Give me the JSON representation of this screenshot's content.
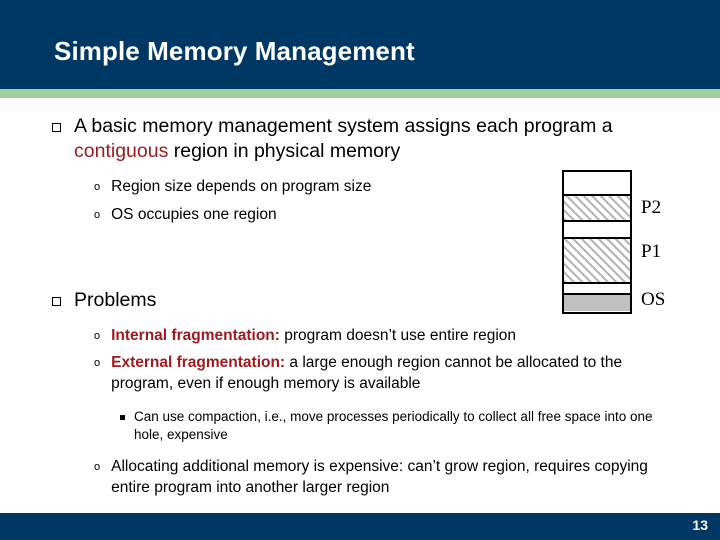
{
  "slide": {
    "title": "Simple Memory Management",
    "page_number": "13",
    "accent_dark": "#003865",
    "accent_green": "#9ecf9e",
    "highlight_red": "#9e1b20"
  },
  "content": {
    "b1": {
      "pre": "A basic memory management system assigns each program a ",
      "em": "contiguous",
      "post": " region in physical memory"
    },
    "b1s1": "Region size depends on program size",
    "b1s2": "OS occupies one region",
    "b2": "Problems",
    "b2s1": {
      "em": "Internal fragmentation:",
      "post": " program doesn’t use entire region"
    },
    "b2s2": {
      "em": "External fragmentation:",
      "post": " a large enough region cannot be allocated to the program, even if enough memory is available"
    },
    "b2s2s1": "Can use compaction, i.e., move processes periodically to collect all free space into one hole, expensive",
    "b2s3": "Allocating additional memory is expensive: can’t grow region, requires copying entire program into another larger region"
  },
  "diagram": {
    "bands": [
      {
        "kind": "free",
        "label": "",
        "height": 24
      },
      {
        "kind": "process",
        "label": "P2",
        "height": 26
      },
      {
        "kind": "free",
        "label": "",
        "height": 17
      },
      {
        "kind": "process",
        "label": "P1",
        "height": 45
      },
      {
        "kind": "free",
        "label": "",
        "height": 11
      },
      {
        "kind": "os",
        "label": "OS",
        "height": 21
      }
    ],
    "label_p2": "P2",
    "label_p1": "P1",
    "label_os": "OS"
  },
  "markers": {
    "level1": "hollow-square-bullet",
    "level2": "circle-o-bullet",
    "level3": "filled-square-bullet"
  }
}
